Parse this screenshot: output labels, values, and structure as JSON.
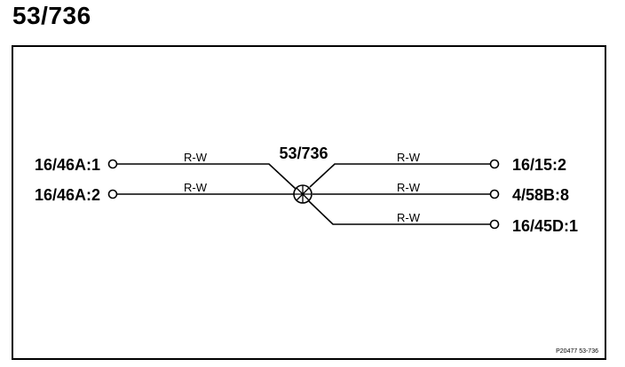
{
  "title": "53/736",
  "splice": {
    "label": "53/736"
  },
  "left_connectors": [
    {
      "label": "16/46A:1",
      "wire_color": "R-W"
    },
    {
      "label": "16/46A:2",
      "wire_color": "R-W"
    }
  ],
  "right_connectors": [
    {
      "label": "16/15:2",
      "wire_color": "R-W"
    },
    {
      "label": "4/58B:8",
      "wire_color": "R-W"
    },
    {
      "label": "16/45D:1",
      "wire_color": "R-W"
    }
  ],
  "reference": "P20477  53-736"
}
